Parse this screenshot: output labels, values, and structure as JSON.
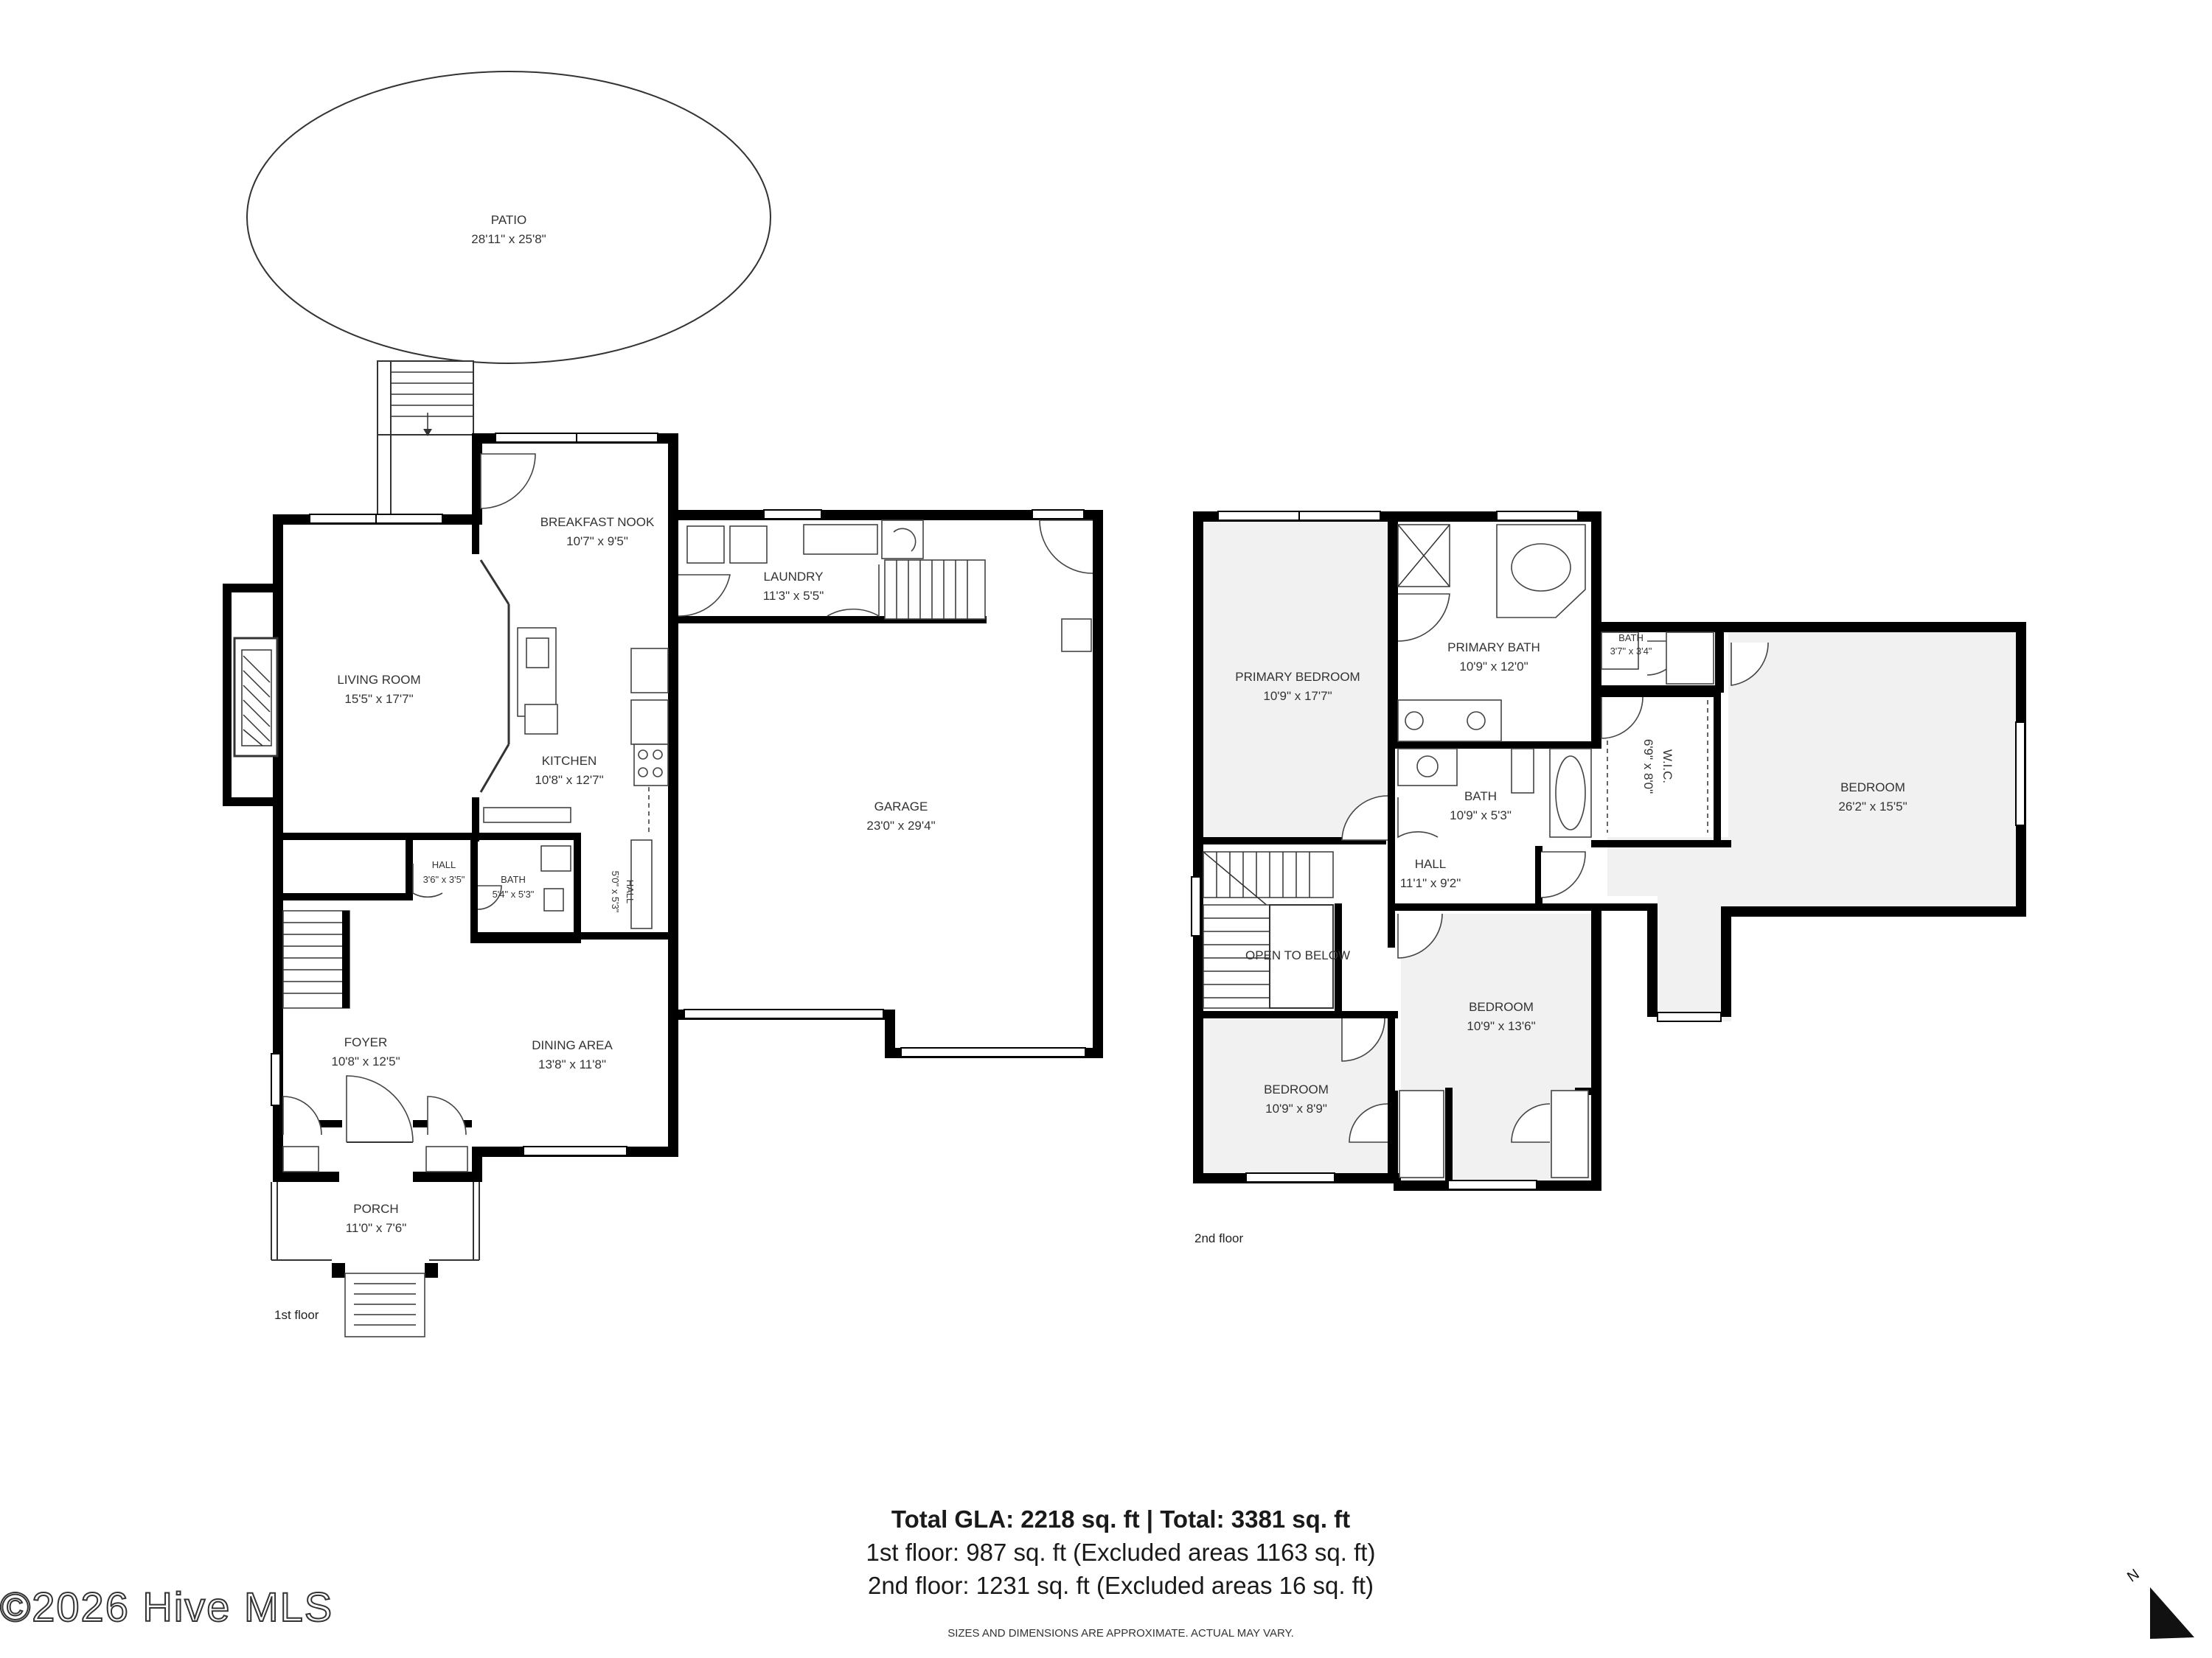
{
  "rooms_floor1": {
    "patio": {
      "name": "PATIO",
      "dims": "28'11\" x 25'8\""
    },
    "breakfast_nook": {
      "name": "BREAKFAST NOOK",
      "dims": "10'7\" x 9'5\""
    },
    "laundry": {
      "name": "LAUNDRY",
      "dims": "11'3\" x 5'5\""
    },
    "living_room": {
      "name": "LIVING ROOM",
      "dims": "15'5\" x 17'7\""
    },
    "kitchen": {
      "name": "KITCHEN",
      "dims": "10'8\" x 12'7\""
    },
    "garage": {
      "name": "GARAGE",
      "dims": "23'0\" x 29'4\""
    },
    "hall_small": {
      "name": "HALL",
      "dims": "3'6\" x 3'5\""
    },
    "bath": {
      "name": "BATH",
      "dims": "5'4\" x 5'3\""
    },
    "hall_side": {
      "name": "HALL",
      "dims": "5'0\" x 5'3\""
    },
    "foyer": {
      "name": "FOYER",
      "dims": "10'8\" x 12'5\""
    },
    "dining_area": {
      "name": "DINING AREA",
      "dims": "13'8\" x 11'8\""
    },
    "porch": {
      "name": "PORCH",
      "dims": "11'0\" x 7'6\""
    }
  },
  "rooms_floor2": {
    "primary_bedroom": {
      "name": "PRIMARY BEDROOM",
      "dims": "10'9\" x 17'7\""
    },
    "primary_bath": {
      "name": "PRIMARY BATH",
      "dims": "10'9\" x 12'0\""
    },
    "bath_small": {
      "name": "BATH",
      "dims": "3'7\" x 3'4\""
    },
    "wic": {
      "name": "W.I.C.",
      "dims": "6'9\" x 8'0\""
    },
    "bedroom_large": {
      "name": "BEDROOM",
      "dims": "26'2\" x 15'5\""
    },
    "bath": {
      "name": "BATH",
      "dims": "10'9\" x 5'3\""
    },
    "hall": {
      "name": "HALL",
      "dims": "11'1\" x 9'2\""
    },
    "open_to_below": {
      "name": "OPEN TO BELOW"
    },
    "bedroom_mid": {
      "name": "BEDROOM",
      "dims": "10'9\" x 13'6\""
    },
    "bedroom_small": {
      "name": "BEDROOM",
      "dims": "10'9\" x 8'9\""
    }
  },
  "floor_labels": {
    "first": "1st floor",
    "second": "2nd floor"
  },
  "summary": {
    "total": "Total GLA: 2218 sq. ft | Total: 3381 sq. ft",
    "floor1": "1st floor: 987 sq. ft (Excluded areas 1163 sq. ft)",
    "floor2": "2nd floor: 1231 sq. ft (Excluded areas 16 sq. ft)",
    "disclaimer": "SIZES AND DIMENSIONS ARE APPROXIMATE. ACTUAL MAY VARY."
  },
  "watermark": "©2026 Hive MLS",
  "compass": {
    "letter": "N",
    "icon": "north-arrow-icon"
  },
  "colors": {
    "wall": "#000000",
    "shaded_room": "#f1f1f1",
    "text": "#333333"
  }
}
